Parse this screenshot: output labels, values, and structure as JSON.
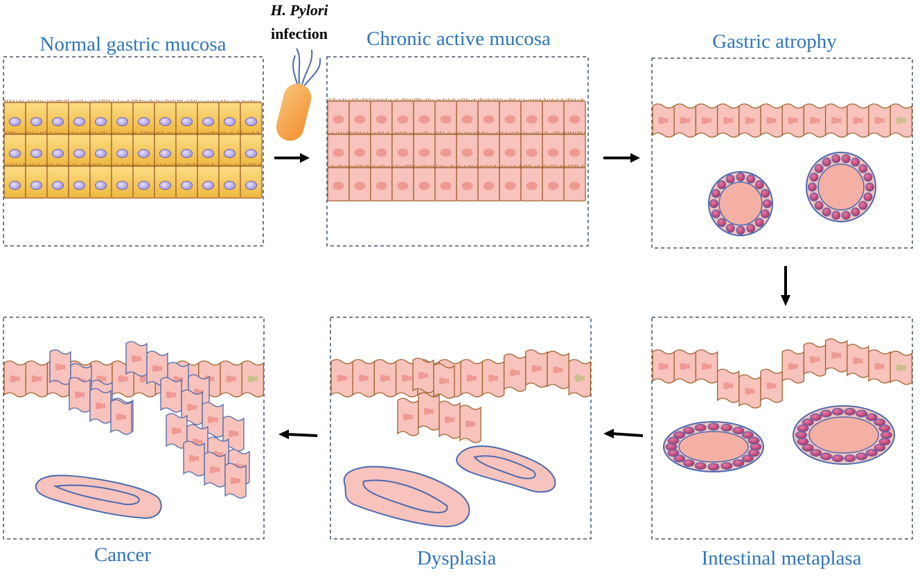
{
  "diagram": {
    "infection_label": {
      "line1": "H. Pylori",
      "line2": "infection"
    },
    "stages": [
      {
        "id": "normal",
        "title": "Normal gastric mucosa"
      },
      {
        "id": "chronic",
        "title": "Chronic active mucosa"
      },
      {
        "id": "atrophy",
        "title": "Gastric atrophy"
      },
      {
        "id": "metaplasia",
        "title": "Intestinal metaplasa"
      },
      {
        "id": "dysplasia",
        "title": "Dysplasia"
      },
      {
        "id": "cancer",
        "title": "Cancer"
      }
    ]
  },
  "colors": {
    "title_blue": "#2E75B6",
    "frame": "#44546A",
    "normal_cell": "#F2C45A",
    "normal_nucleus": "#B4A6E6",
    "pink_cell": "#F8C3BC",
    "pink_nucleus": "#EE9A93",
    "cell_border": "#A0622D",
    "gland_outline": "#4A69B0",
    "gland_nucleus": "#C2457A",
    "bacterium": "#F5A04A",
    "arrow": "#000000"
  }
}
